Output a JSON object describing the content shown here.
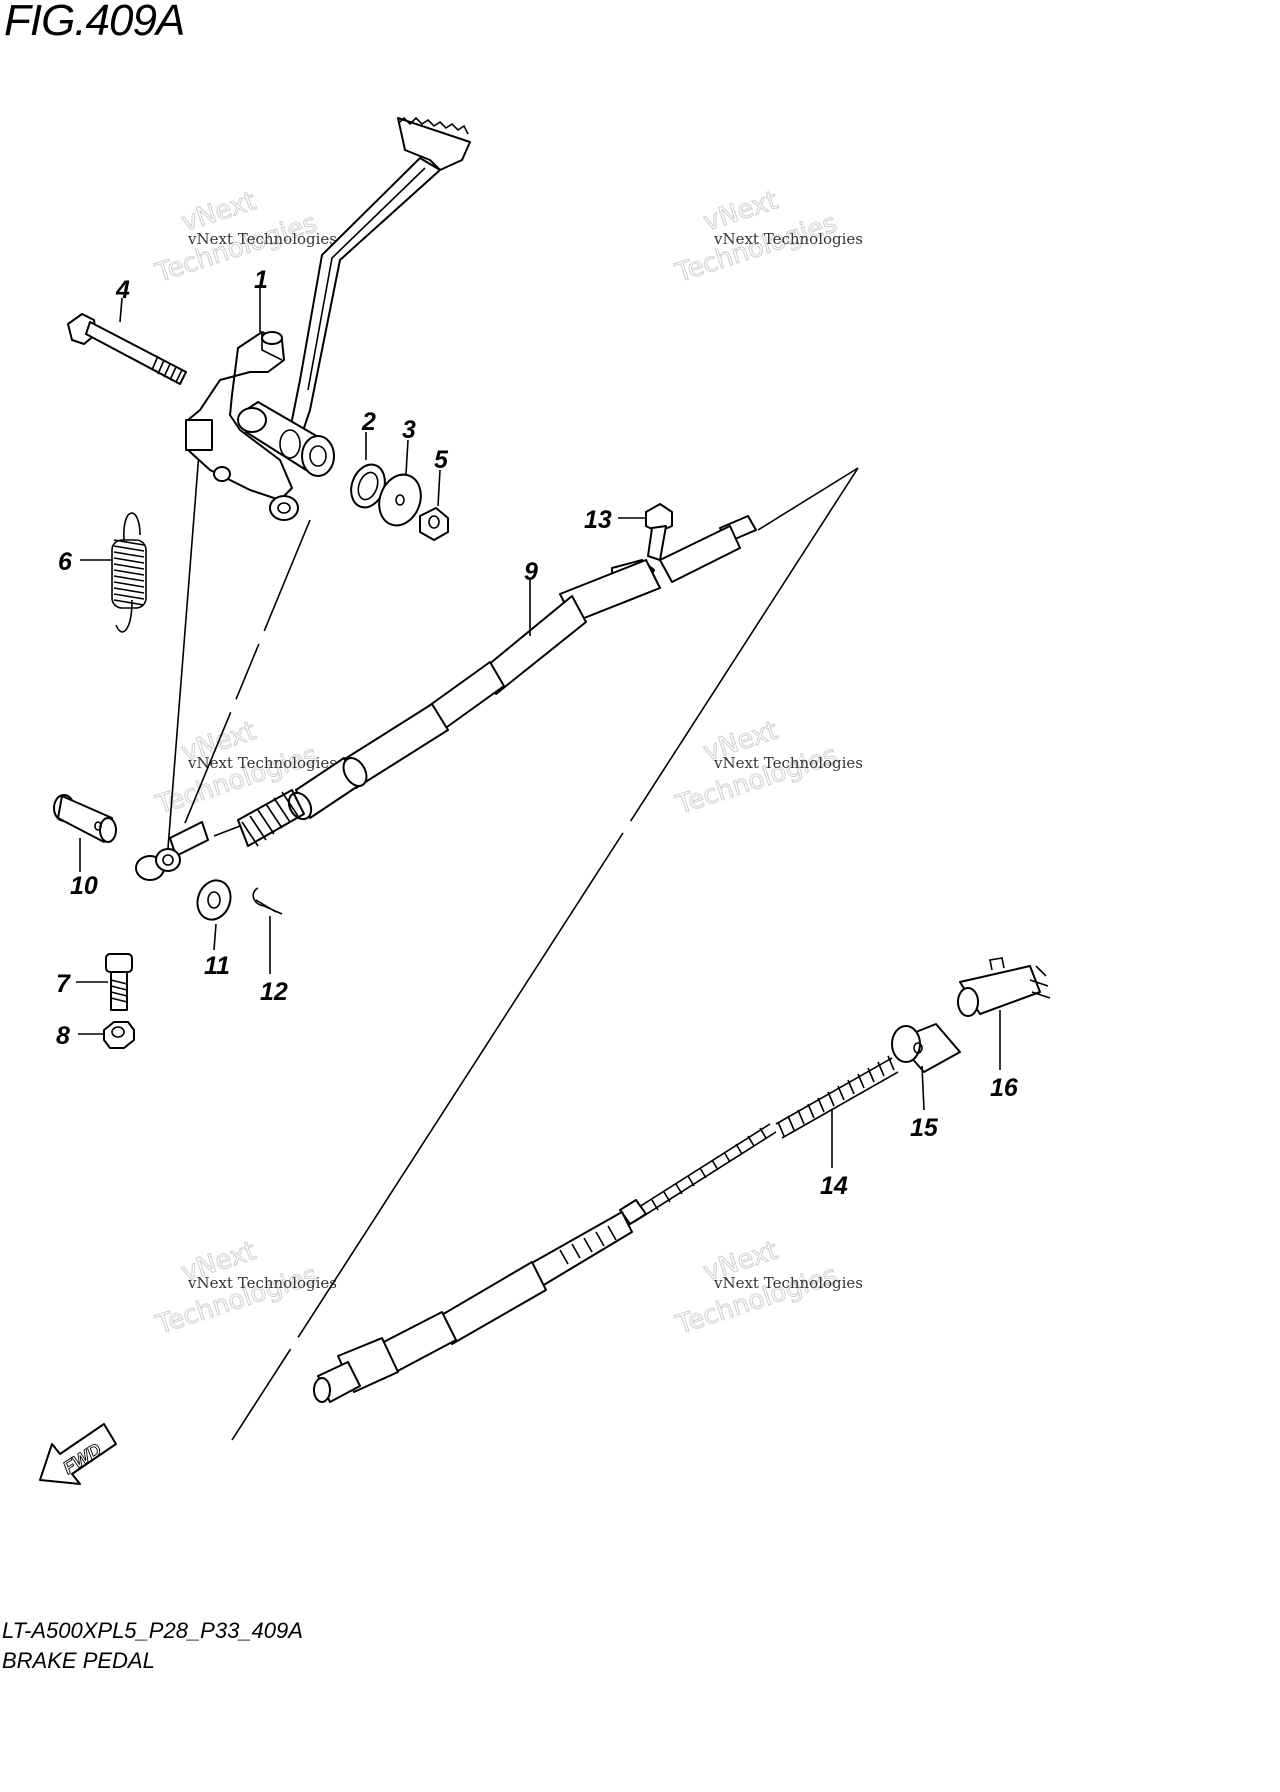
{
  "figure": {
    "title": "FIG.409A",
    "code": "LT-A500XPL5_P28_P33_409A",
    "name": "BRAKE PEDAL"
  },
  "fwd_label": "FWD",
  "watermark": {
    "company_line": "vNext Technologies",
    "overlay_top": "vNext",
    "overlay_bottom": "Technologies"
  },
  "callouts": [
    "1",
    "2",
    "3",
    "4",
    "5",
    "6",
    "7",
    "8",
    "9",
    "10",
    "11",
    "12",
    "13",
    "14",
    "15",
    "16"
  ]
}
